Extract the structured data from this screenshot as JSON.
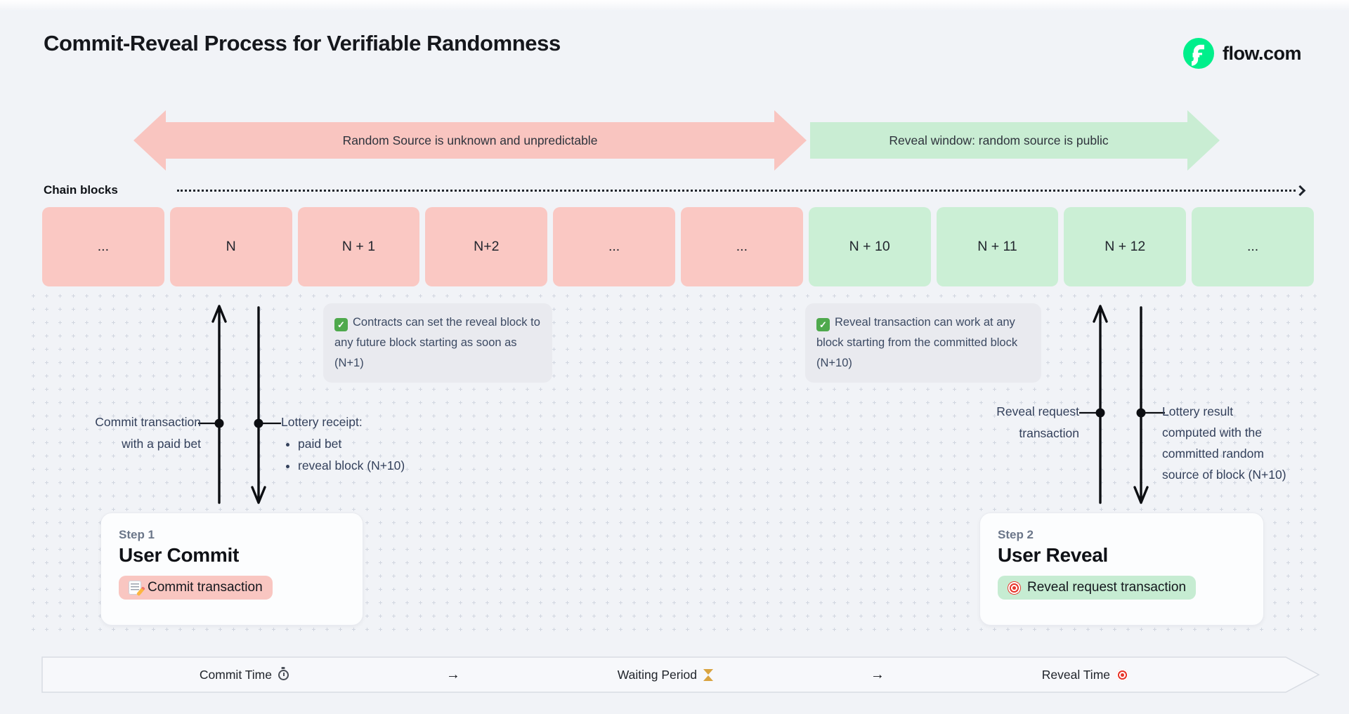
{
  "page": {
    "title": "Commit-Reveal Process for Verifiable Randomness",
    "brand": "flow.com"
  },
  "phases": {
    "commit_phase_label": "Random Source is unknown and unpredictable",
    "reveal_phase_label": "Reveal window: random source is public"
  },
  "chain": {
    "label": "Chain blocks",
    "blocks": [
      {
        "label": "...",
        "phase": "commit"
      },
      {
        "label": "N",
        "phase": "commit"
      },
      {
        "label": "N + 1",
        "phase": "commit"
      },
      {
        "label": "N+2",
        "phase": "commit"
      },
      {
        "label": "...",
        "phase": "commit"
      },
      {
        "label": "...",
        "phase": "commit"
      },
      {
        "label": "N + 10",
        "phase": "reveal"
      },
      {
        "label": "N + 11",
        "phase": "reveal"
      },
      {
        "label": "N + 12",
        "phase": "reveal"
      },
      {
        "label": "...",
        "phase": "reveal"
      }
    ]
  },
  "callouts": {
    "commit_note": "Contracts can set the reveal block to any future block starting as soon as (N+1)",
    "reveal_note": "Reveal transaction can work at any block starting from the committed block (N+10)"
  },
  "annotations": {
    "commit_up": [
      "Commit transaction",
      "with a paid bet"
    ],
    "receipt_title": "Lottery receipt:",
    "receipt_bullets": [
      "paid bet",
      "reveal block (N+10)"
    ],
    "reveal_up": [
      "Reveal request",
      "transaction"
    ],
    "lottery_result": [
      "Lottery result",
      "computed with the",
      "committed random",
      "source of block (N+10)"
    ]
  },
  "steps": [
    {
      "step": "Step 1",
      "title": "User Commit",
      "badge": "Commit transaction",
      "icon": "memo-icon"
    },
    {
      "step": "Step 2",
      "title": "User Reveal",
      "badge": "Reveal request transaction",
      "icon": "target-icon"
    }
  ],
  "timeline": {
    "items": [
      {
        "label": "Commit Time",
        "icon": "stopwatch-icon"
      },
      {
        "label": "→"
      },
      {
        "label": "Waiting Period",
        "icon": "hourglass-icon"
      },
      {
        "label": "→"
      },
      {
        "label": "Reveal Time",
        "icon": "target-icon"
      }
    ]
  },
  "colors": {
    "background": "#F1F3F7",
    "commit_accent": "#F9C5C0",
    "commit_block": "#FAC8C3",
    "reveal_accent": "#C9EDD3",
    "reveal_block": "#CBEFD5",
    "callout_bg": "#E9EAEF",
    "card_bg": "#FCFDFE",
    "text_primary": "#15171C",
    "text_slate": "#33405B",
    "brand_green": "#00EF8B"
  }
}
